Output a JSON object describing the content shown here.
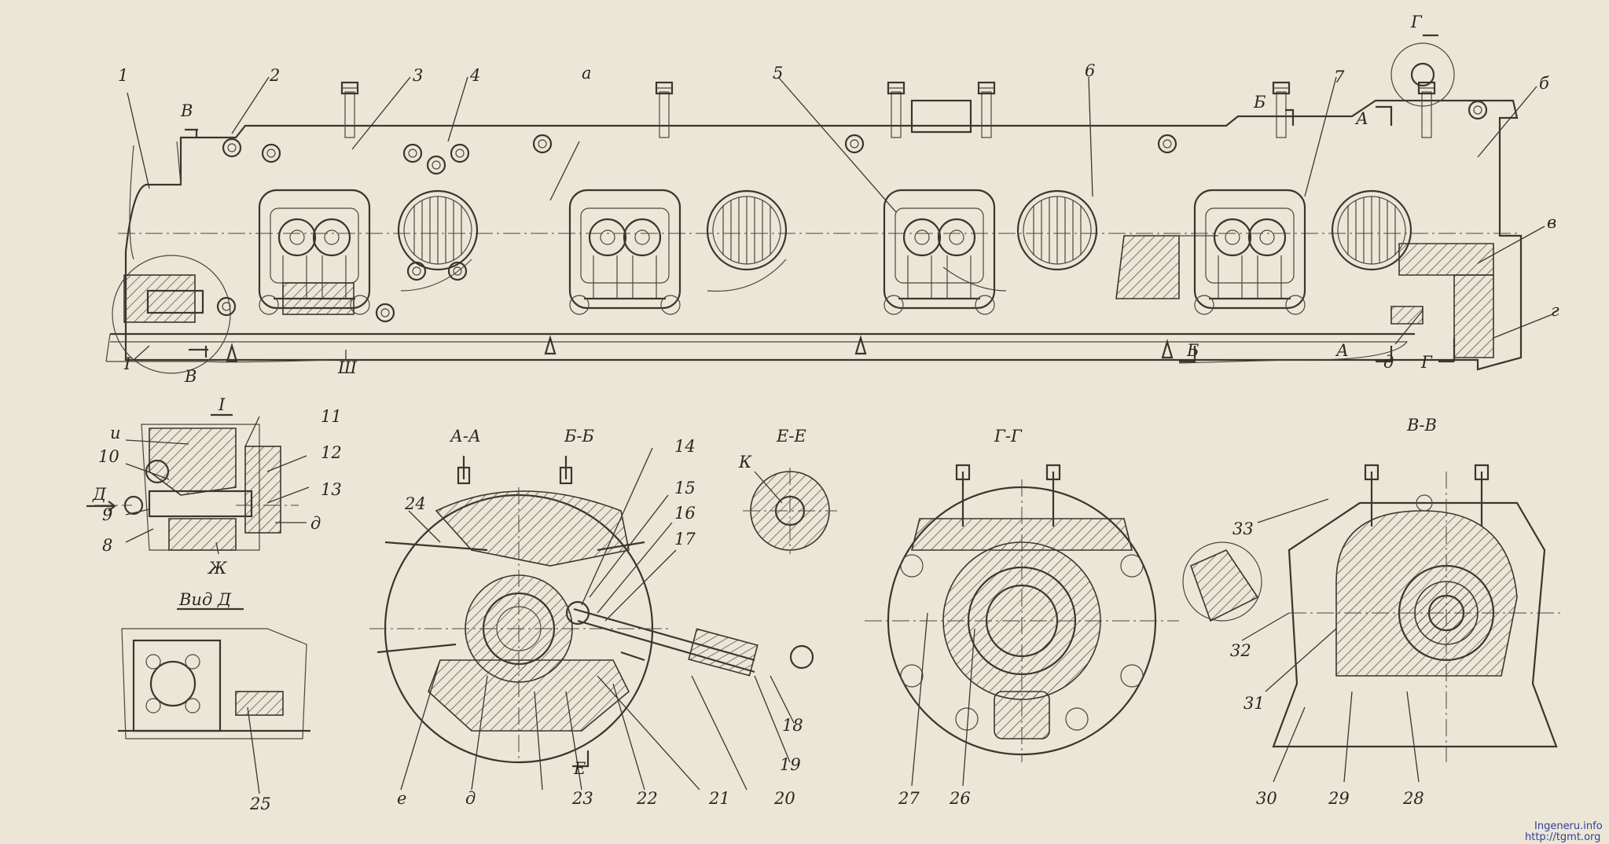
{
  "main_view": {
    "labels": [
      "1",
      "2",
      "3",
      "4",
      "а",
      "5",
      "6",
      "7",
      "б",
      "в",
      "г",
      "д",
      "Ш",
      "I",
      "В",
      "В",
      "Б",
      "Б",
      "А",
      "А",
      "Г",
      "Г"
    ]
  },
  "detail_I": {
    "title": "I",
    "labels": [
      "и",
      "10",
      "9",
      "8",
      "Ж",
      "11",
      "12",
      "13",
      "д",
      "Д"
    ]
  },
  "view_D": {
    "title": "Вид Д",
    "labels": [
      "25"
    ]
  },
  "section_AA": {
    "title": "А-А"
  },
  "section_BB": {
    "title": "Б-Б",
    "labels": [
      "24",
      "14",
      "15",
      "16",
      "17",
      "18",
      "19",
      "20",
      "21",
      "22",
      "23",
      "е",
      "д",
      "Е"
    ]
  },
  "section_EE": {
    "title": "Е-Е",
    "labels": [
      "К"
    ]
  },
  "section_GG": {
    "title": "Г-Г",
    "labels": [
      "27",
      "26"
    ]
  },
  "section_VV": {
    "title": "В-В",
    "labels": [
      "33",
      "32",
      "31",
      "30",
      "29",
      "28"
    ]
  },
  "watermark": {
    "line1": "Ingeneru.info",
    "line2": "http://tgmt.org"
  },
  "colors": {
    "paper": "#ece6d6",
    "ink": "#3a362f",
    "watermark": "#2f3f9a"
  }
}
